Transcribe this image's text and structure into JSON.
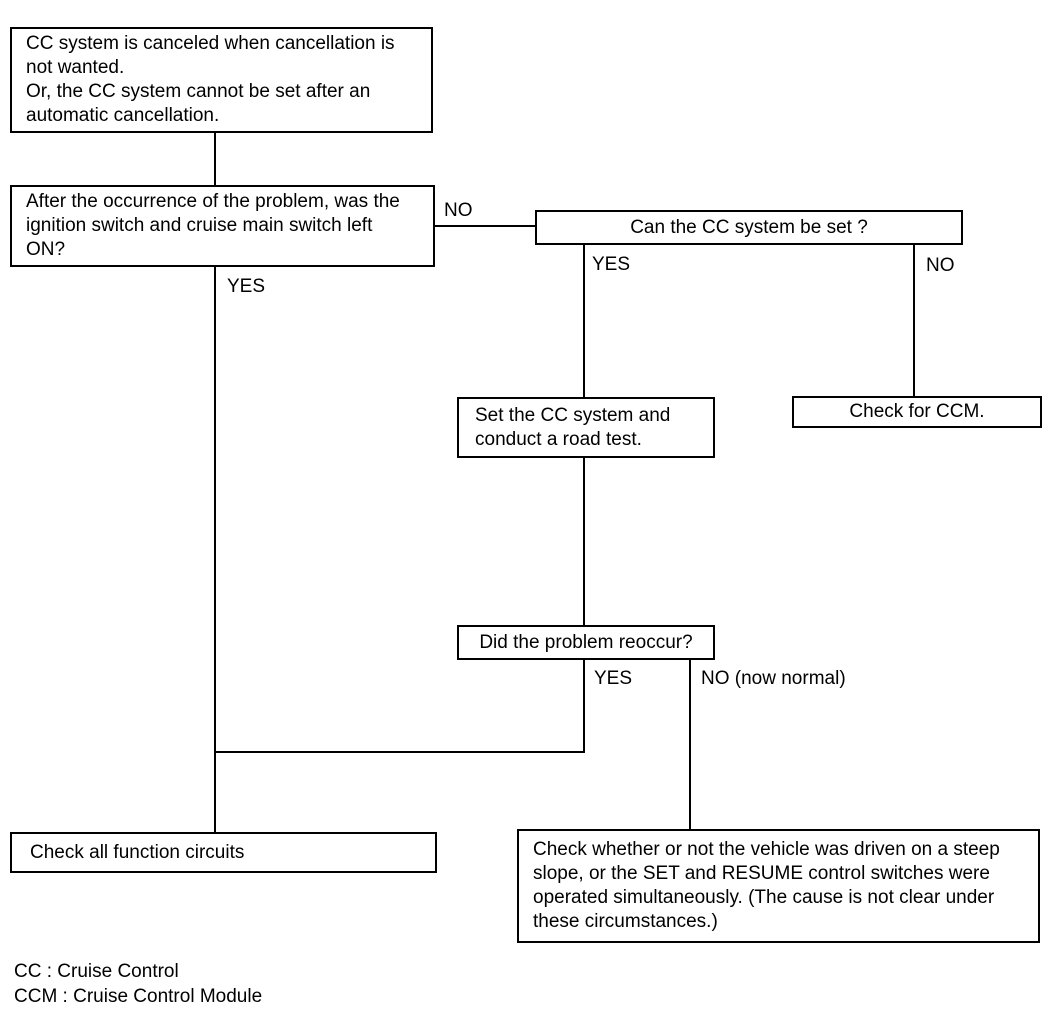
{
  "flowchart": {
    "boxes": {
      "symptom": {
        "text": "CC system is canceled when cancellation is\nnot wanted.\nOr, the CC system cannot be set after an\nautomatic cancellation."
      },
      "q_ignition": {
        "text": "After the occurrence of the problem, was the\nignition switch and cruise main switch left\nON?"
      },
      "q_can_set": {
        "text": "Can the CC system be set ?"
      },
      "road_test": {
        "text": "Set the CC system and\nconduct a road test."
      },
      "check_ccm": {
        "text": "Check for CCM."
      },
      "q_reoccur": {
        "text": "Did the problem reoccur?"
      },
      "check_circuits": {
        "text": "Check all function circuits"
      },
      "check_slope": {
        "text": "Check whether or not the vehicle was driven on a steep\nslope, or the SET and RESUME control switches were\noperated simultaneously. (The cause is not clear under\nthese circumstances.)"
      }
    },
    "labels": {
      "no_ignition": "NO",
      "yes_ignition": "YES",
      "yes_can_set": "YES",
      "no_can_set": "NO",
      "yes_reoccur": "YES",
      "no_reoccur": "NO (now normal)"
    },
    "legend": {
      "text": "CC : Cruise Control\nCCM : Cruise Control Module"
    },
    "colors": {
      "line": "#000000",
      "background": "#ffffff",
      "text": "#000000"
    }
  }
}
